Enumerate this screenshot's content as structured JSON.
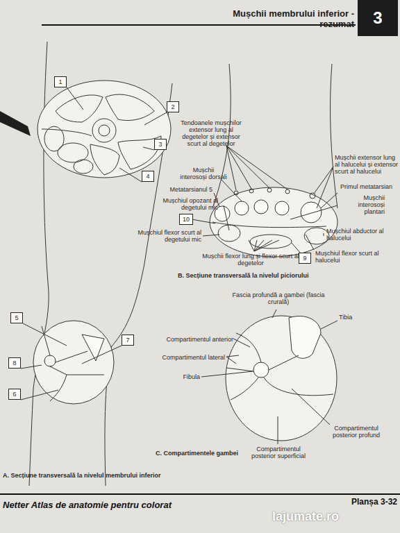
{
  "diagram": {
    "title": "Mușchii membrului inferior - rezumat",
    "nodes": [
      {
        "text": [
          "3"
        ]
      },
      {
        "text": [
          "1"
        ]
      },
      {
        "text": [
          "2"
        ]
      },
      {
        "text": [
          "3"
        ]
      },
      {
        "text": [
          "4"
        ]
      },
      {
        "text": [
          "10"
        ]
      },
      {
        "text": [
          "9"
        ]
      },
      {
        "text": [
          "5"
        ]
      },
      {
        "text": [
          "7"
        ]
      },
      {
        "text": [
          "8"
        ]
      },
      {
        "text": [
          "6"
        ]
      }
    ],
    "labels": [
      "Tendoanele mușchilor extensor lung al degetelor și extensor scurt al degetelor",
      "Mușchii extensor lung al halucelui și extensor scurt al halucelui",
      "Mușchii interosoși dorsali",
      "Metatarsianul 5",
      "Primul metatarsian",
      "Mușchiul opozant al degetului mic",
      "Mușchii interosoși plantari",
      "Mușchiul flexor scurt al degetului mic",
      "Mușchii flexor lung și flexor scurt al degetelor",
      "Mușchiul abductor al halucelui",
      "Mușchiul flexor scurt al halucelui",
      "B. Secțiune transversală la nivelul piciorului",
      "Fascia profundă a gambei (fascia crurală)",
      "Tibia",
      "Compartimentul anterior",
      "Compartimentul lateral",
      "Fibula",
      "Compartimentul posterior profund",
      "Compartimentul posterior superficial",
      "C. Compartimentele gambei",
      "A. Secțiune transversală la nivelul membrului inferior",
      "Netter Atlas de anatomie pentru colorat",
      "Planșa 3-32",
      "lajumate.ro"
    ]
  }
}
